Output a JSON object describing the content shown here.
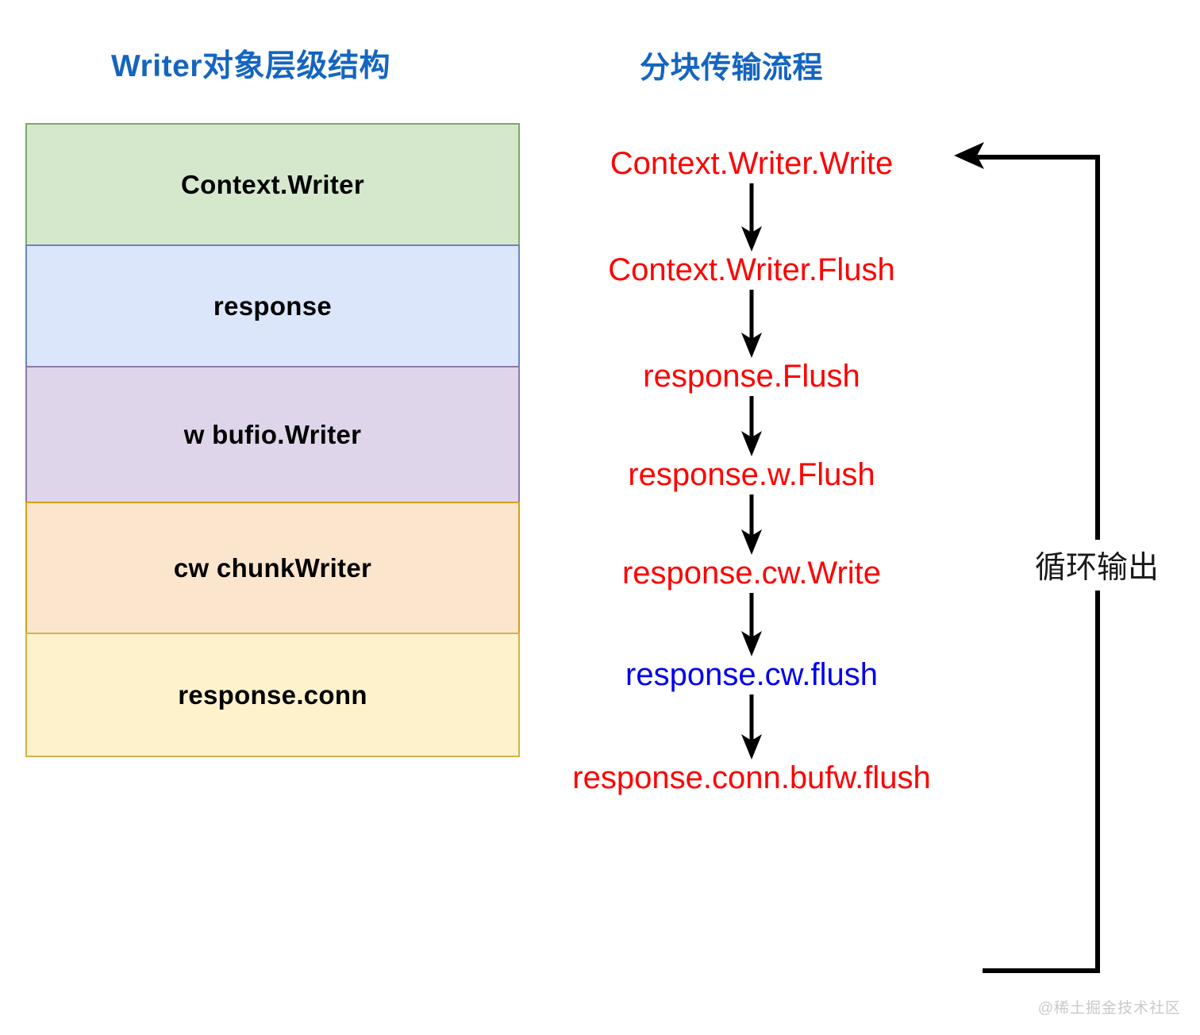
{
  "titles": {
    "left": "Writer对象层级结构",
    "right": "分块传输流程"
  },
  "colors": {
    "title_blue": "#1565c0",
    "step_red": "#ff0000",
    "step_blue": "#0000ee",
    "arrow_black": "#000000",
    "watermark_gray": "#c9c9c9"
  },
  "writer_stack": {
    "layers": [
      {
        "label": "Context.Writer",
        "fill": "#d6e8cc",
        "border": "#7ba86c"
      },
      {
        "label": "response",
        "fill": "#dce6fa",
        "border": "#6b85b8"
      },
      {
        "label": "w bufio.Writer",
        "fill": "#ded5ea",
        "border": "#8d7aa8"
      },
      {
        "label": "cw chunkWriter",
        "fill": "#fce5cd",
        "border": "#d4a017"
      },
      {
        "label": "response.conn",
        "fill": "#fdf2cc",
        "border": "#d4b14a"
      }
    ]
  },
  "flow": {
    "steps": [
      {
        "label": "Context.Writer.Write",
        "color": "red"
      },
      {
        "label": "Context.Writer.Flush",
        "color": "red"
      },
      {
        "label": "response.Flush",
        "color": "red"
      },
      {
        "label": "response.w.Flush",
        "color": "red"
      },
      {
        "label": "response.cw.Write",
        "color": "red"
      },
      {
        "label": "response.cw.flush",
        "color": "blue"
      },
      {
        "label": "response.conn.bufw.flush",
        "color": "red"
      }
    ],
    "loop_label": "循环输出"
  },
  "watermark": "@稀土掘金技术社区"
}
